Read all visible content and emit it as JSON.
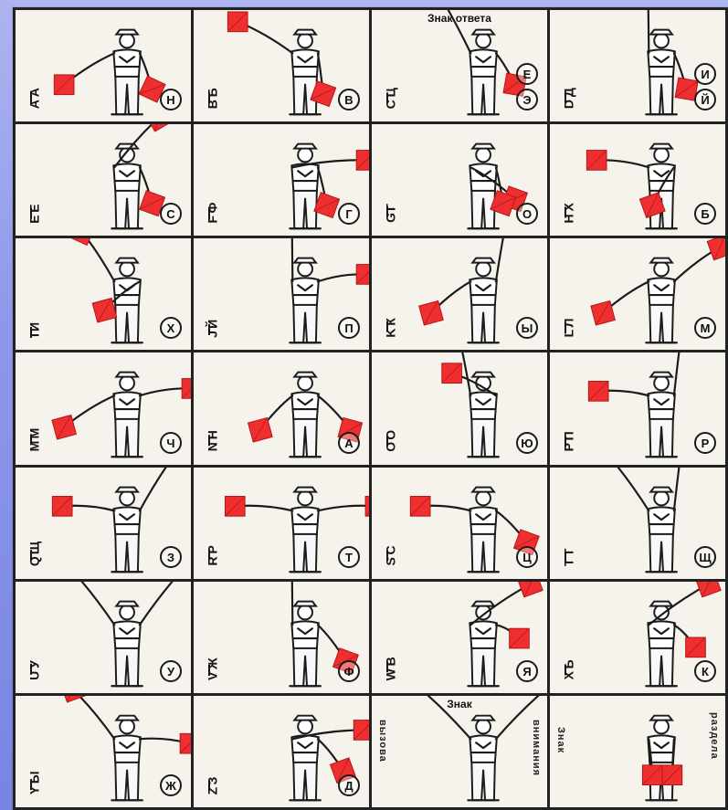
{
  "cells": [
    {
      "latin": "A",
      "cyr": "A",
      "answer": "Н"
    },
    {
      "latin": "B",
      "cyr": "Б",
      "answer": "В"
    },
    {
      "latin": "C",
      "cyr": "Ц",
      "answer": "Э",
      "answer_upper": "Е",
      "caption": "Знак ответа"
    },
    {
      "latin": "D",
      "cyr": "Д",
      "answer": "Й",
      "answer_upper": "И"
    },
    {
      "latin": "E",
      "cyr": "Е",
      "answer": "С"
    },
    {
      "latin": "F",
      "cyr": "Ф",
      "answer": "Г"
    },
    {
      "latin": "G",
      "cyr": "Г",
      "answer": "О"
    },
    {
      "latin": "H",
      "cyr": "Х",
      "answer": "Б"
    },
    {
      "latin": "I",
      "cyr": "И",
      "answer": "Х"
    },
    {
      "latin": "J",
      "cyr": "Й",
      "answer": "П"
    },
    {
      "latin": "K",
      "cyr": "К",
      "answer": "Ы"
    },
    {
      "latin": "L",
      "cyr": "Л",
      "answer": "М"
    },
    {
      "latin": "M",
      "cyr": "М",
      "answer": "Ч"
    },
    {
      "latin": "N",
      "cyr": "Н",
      "answer": "А"
    },
    {
      "latin": "O",
      "cyr": "О",
      "answer": "Ю"
    },
    {
      "latin": "P",
      "cyr": "П",
      "answer": "Р"
    },
    {
      "latin": "Q",
      "cyr": "Щ",
      "answer": "З"
    },
    {
      "latin": "R",
      "cyr": "Р",
      "answer": "Т"
    },
    {
      "latin": "S",
      "cyr": "С",
      "answer": "Ц"
    },
    {
      "latin": "T",
      "cyr": "Т",
      "answer": "Щ"
    },
    {
      "latin": "U",
      "cyr": "У",
      "answer": "У"
    },
    {
      "latin": "V",
      "cyr": "Ж",
      "answer": "Ф"
    },
    {
      "latin": "W",
      "cyr": "В",
      "answer": "Я"
    },
    {
      "latin": "X",
      "cyr": "Ь",
      "answer": "К"
    },
    {
      "latin": "Y",
      "cyr": "Ы",
      "answer": "Ж"
    },
    {
      "latin": "Z",
      "cyr": "З",
      "answer": "Д"
    },
    {
      "caption": "Знак",
      "left_vertical": "вызова",
      "right_vertical": "внимания"
    },
    {
      "left_vertical": "Знак",
      "right_vertical": "раздела"
    }
  ],
  "colors": {
    "flag": "#ef2f2f",
    "grid": "#222222",
    "paper": "#f6f3ec",
    "background": "#8e98ea"
  }
}
